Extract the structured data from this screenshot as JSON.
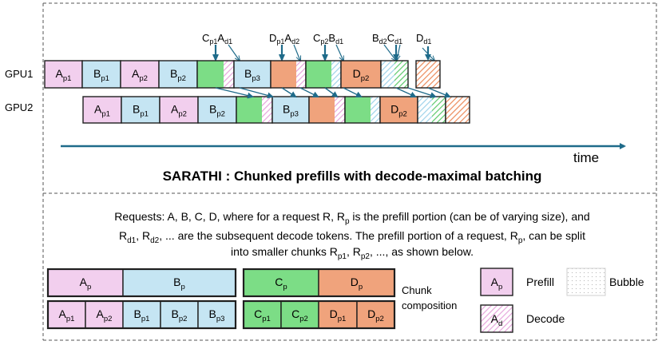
{
  "title": "SARATHI : Chunked prefills with decode-maximal batching",
  "time_label": "time",
  "gpu_labels": [
    "GPU1",
    "GPU2"
  ],
  "annotations": [
    {
      "text": "C",
      "sub": "p1",
      "text2": "A",
      "sub2": "d1"
    },
    {
      "text": "D",
      "sub": "p1",
      "text2": "A",
      "sub2": "d2"
    },
    {
      "text": "C",
      "sub": "p2",
      "text2": "B",
      "sub2": "d1"
    },
    {
      "text": "B",
      "sub": "d2",
      "text2": "C",
      "sub2": "d1"
    },
    {
      "text": "D",
      "sub": "d1",
      "text2": "",
      "sub2": ""
    }
  ],
  "gpu1_blocks": [
    {
      "kind": "pink",
      "label": "A",
      "sub": "p1"
    },
    {
      "kind": "blue",
      "label": "B",
      "sub": "p1"
    },
    {
      "kind": "pink",
      "label": "A",
      "sub": "p2"
    },
    {
      "kind": "blue",
      "label": "B",
      "sub": "p2"
    },
    {
      "kind": "green+pinkhatch",
      "label": "",
      "sub": ""
    },
    {
      "kind": "blue",
      "label": "B",
      "sub": "p3"
    },
    {
      "kind": "orange+pinkhatch",
      "label": "",
      "sub": ""
    },
    {
      "kind": "green+bluehatch",
      "label": "",
      "sub": ""
    },
    {
      "kind": "orange",
      "label": "D",
      "sub": "p2"
    },
    {
      "kind": "bluehatch+greenhatch",
      "label": "",
      "sub": ""
    },
    {
      "kind": "orangehatch",
      "label": "",
      "sub": ""
    }
  ],
  "gpu2_blocks": [
    {
      "kind": "pink",
      "label": "A",
      "sub": "p1"
    },
    {
      "kind": "blue",
      "label": "B",
      "sub": "p1"
    },
    {
      "kind": "pink",
      "label": "A",
      "sub": "p2"
    },
    {
      "kind": "blue",
      "label": "B",
      "sub": "p2"
    },
    {
      "kind": "green+pinkhatch",
      "label": "",
      "sub": ""
    },
    {
      "kind": "blue",
      "label": "B",
      "sub": "p3"
    },
    {
      "kind": "orange+pinkhatch",
      "label": "",
      "sub": ""
    },
    {
      "kind": "green+bluehatch",
      "label": "",
      "sub": ""
    },
    {
      "kind": "orange",
      "label": "D",
      "sub": "p2"
    },
    {
      "kind": "bluehatch+greenhatch",
      "label": "",
      "sub": ""
    },
    {
      "kind": "orangehatch",
      "label": "",
      "sub": ""
    }
  ],
  "description_lines": [
    [
      {
        "t": "Requests: A, B, C, D, where for a request R, R"
      },
      {
        "s": "p"
      },
      {
        "t": " is the prefill portion (can be of varying size), and"
      }
    ],
    [
      {
        "t": "R"
      },
      {
        "s": "d1"
      },
      {
        "t": ", R"
      },
      {
        "s": "d2"
      },
      {
        "t": ", ... are the subsequent decode tokens. The prefill portion of a request, R"
      },
      {
        "s": "p"
      },
      {
        "t": ", can be split"
      }
    ],
    [
      {
        "t": "into smaller chunks R"
      },
      {
        "s": "p1"
      },
      {
        "t": ", R"
      },
      {
        "s": "p2"
      },
      {
        "t": ", ..., as shown below."
      }
    ]
  ],
  "composition": {
    "top_left": [
      {
        "kind": "pink",
        "label": "A",
        "sub": "p"
      },
      {
        "kind": "blue",
        "label": "B",
        "sub": "p"
      }
    ],
    "top_right": [
      {
        "kind": "green",
        "label": "C",
        "sub": "p"
      },
      {
        "kind": "orange",
        "label": "D",
        "sub": "p"
      }
    ],
    "bottom_left": [
      {
        "kind": "pink",
        "label": "A",
        "sub": "p1"
      },
      {
        "kind": "pink",
        "label": "A",
        "sub": "p2"
      },
      {
        "kind": "blue",
        "label": "B",
        "sub": "p1"
      },
      {
        "kind": "blue",
        "label": "B",
        "sub": "p2"
      },
      {
        "kind": "blue",
        "label": "B",
        "sub": "p3"
      }
    ],
    "bottom_right": [
      {
        "kind": "green",
        "label": "C",
        "sub": "p1"
      },
      {
        "kind": "green",
        "label": "C",
        "sub": "p2"
      },
      {
        "kind": "orange",
        "label": "D",
        "sub": "p1"
      },
      {
        "kind": "orange",
        "label": "D",
        "sub": "p2"
      }
    ],
    "chunk_label_1": "Chunk",
    "chunk_label_2": "composition"
  },
  "legend": {
    "prefill": {
      "label": "A",
      "sub": "p",
      "text": "Prefill"
    },
    "bubble": {
      "text": "Bubble"
    },
    "decode": {
      "label": "A",
      "sub": "d",
      "text": "Decode"
    }
  },
  "colors": {
    "pink": "#f2cfee",
    "blue": "#c5e5f3",
    "green": "#7cdd86",
    "orange": "#f0a37c",
    "axis": "#1f6b8a",
    "border": "#1f1f1f"
  }
}
